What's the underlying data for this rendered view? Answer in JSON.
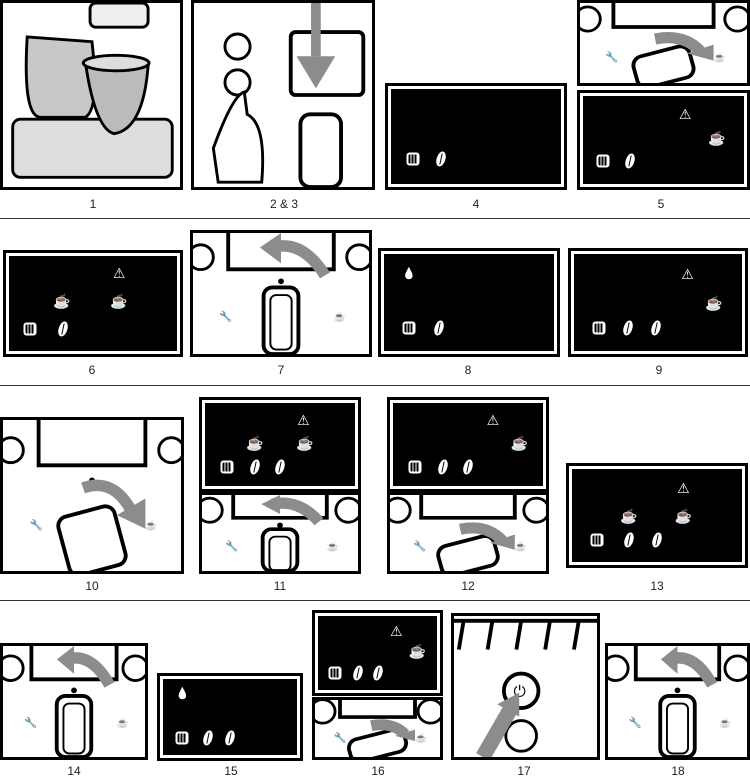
{
  "panels": [
    {
      "label": "1"
    },
    {
      "label": "2 & 3"
    },
    {
      "label": "4"
    },
    {
      "label": "5"
    },
    {
      "label": "6"
    },
    {
      "label": "7"
    },
    {
      "label": "8"
    },
    {
      "label": "9"
    },
    {
      "label": "10"
    },
    {
      "label": "11"
    },
    {
      "label": "12"
    },
    {
      "label": "13"
    },
    {
      "label": "14"
    },
    {
      "label": "15"
    },
    {
      "label": "16"
    },
    {
      "label": "17"
    },
    {
      "label": "18"
    }
  ],
  "colors": {
    "display": "#000000",
    "arrow": "#8c8c8c"
  }
}
